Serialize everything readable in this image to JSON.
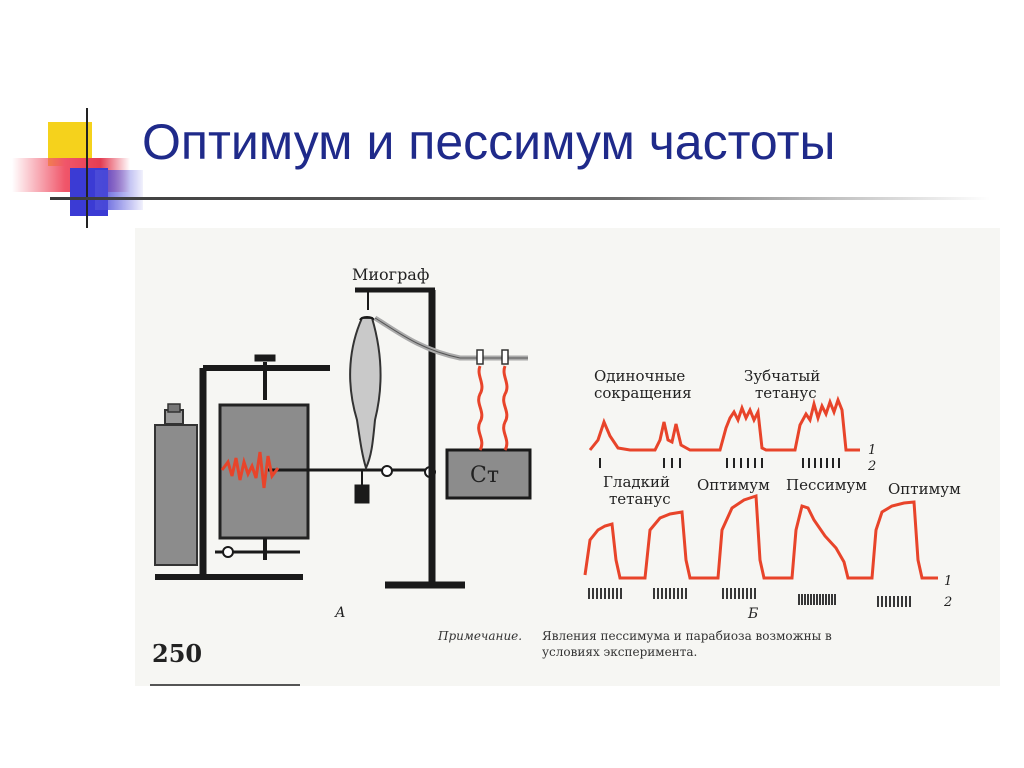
{
  "slide": {
    "title": "Оптимум и пессимум частоты"
  },
  "figure": {
    "apparatus": {
      "myograph_label": "Миограф",
      "stimulator_label": "Ст",
      "panel_label": "А"
    },
    "records": {
      "label_single": [
        "Одиночные",
        "сокращения"
      ],
      "label_dentate": [
        "Зубчатый",
        "тетанус"
      ],
      "label_smooth": [
        "Гладкий",
        "тетанус"
      ],
      "label_optimum_1": "Оптимум",
      "label_pessimum": "Пессимум",
      "label_optimum_2": "Оптимум",
      "trace_1": "1",
      "trace_2": "2",
      "panel_label": "Б"
    },
    "page_number": "250",
    "note": {
      "prefix": "Примечание.",
      "line1": "Явления пессимума и парабиоза возможны в",
      "line2": "условиях эксперимента."
    }
  },
  "colors": {
    "title": "#1f2a8a",
    "trace": "#e8442a",
    "apparatus": "#1a1a1a",
    "drum": "#8c8c8c"
  }
}
